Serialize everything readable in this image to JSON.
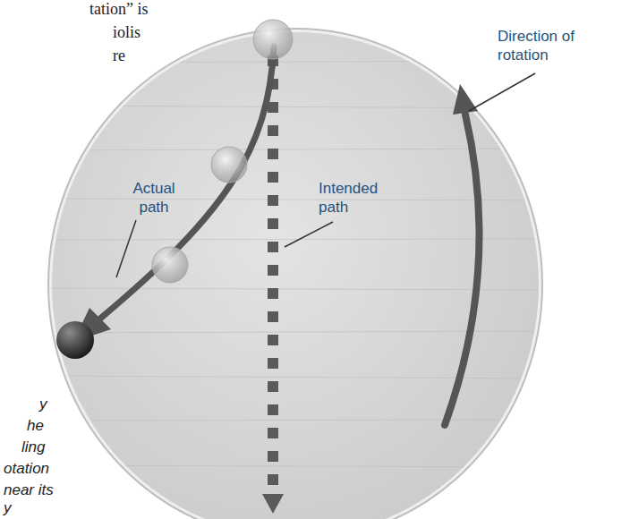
{
  "diagram": {
    "labels": [
      "tation” is",
      "iolis",
      "re",
      "Direction of rotation",
      "Actual path",
      "Intended path",
      "y",
      "he",
      "ling",
      "otation",
      "near its",
      "y"
    ]
  }
}
